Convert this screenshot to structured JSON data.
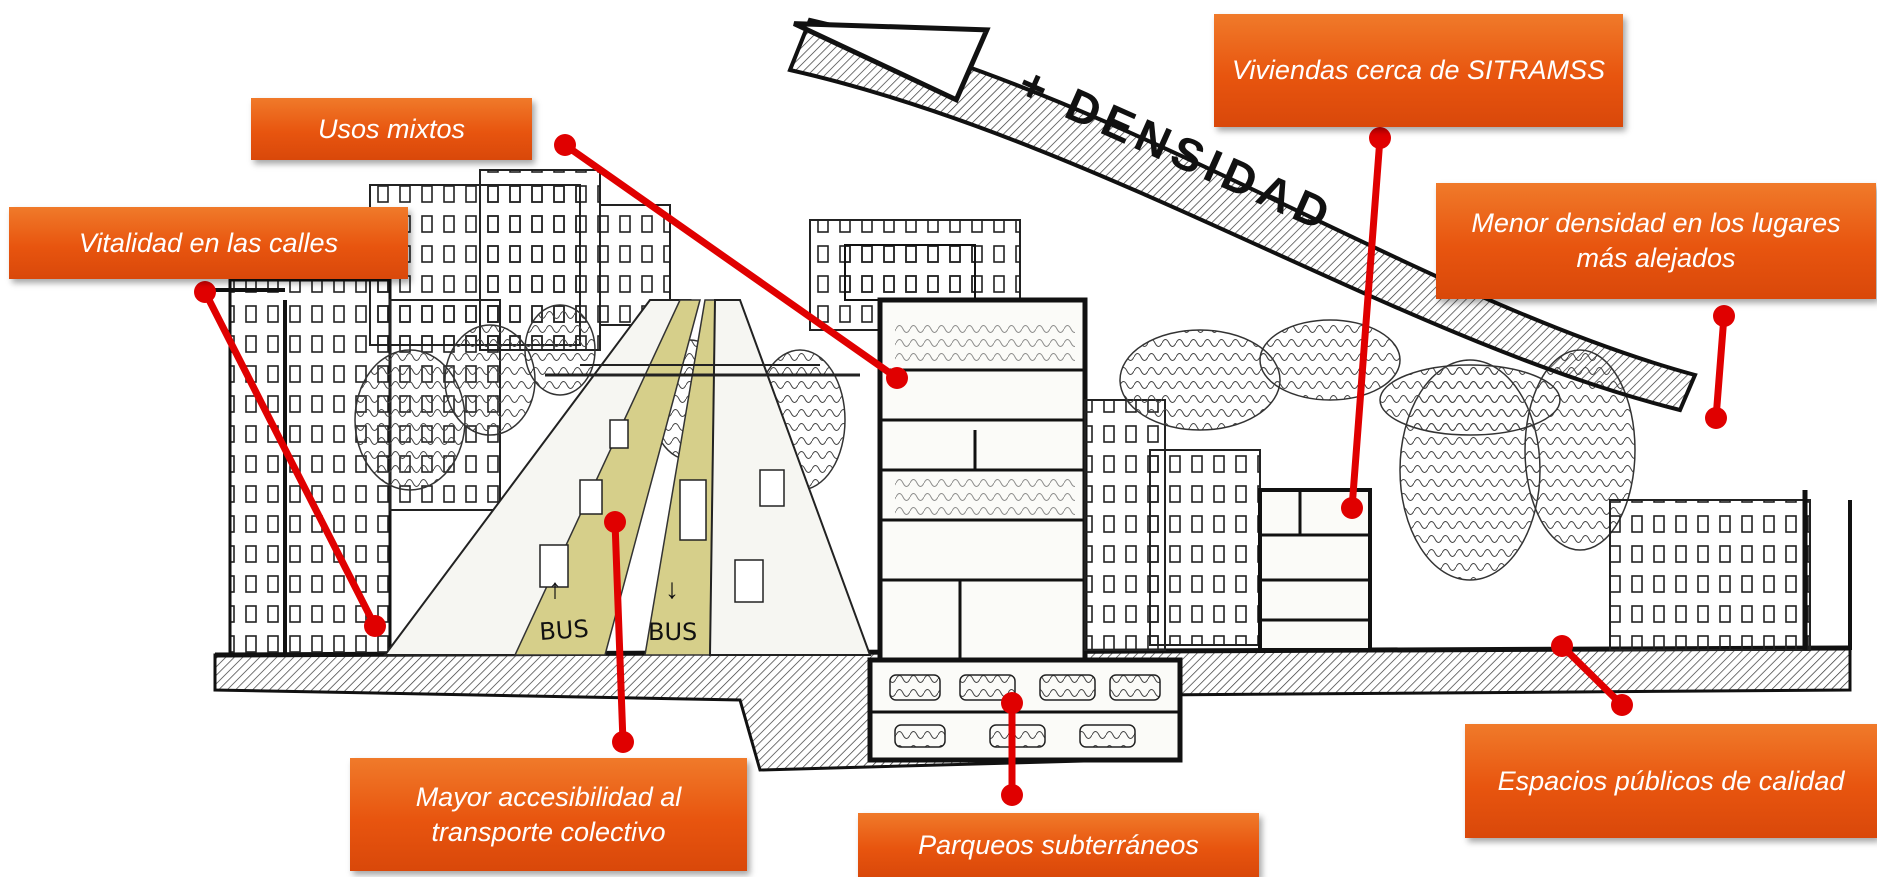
{
  "arrow_text": "+ DENSIDAD",
  "bus_up": "BUS",
  "bus_down": "BUS",
  "labels": {
    "usos_mixtos": "Usos mixtos",
    "vitalidad": "Vitalidad en las calles",
    "viviendas": "Viviendas cerca de SITRAMSS",
    "menor_densidad": "Menor densidad  en los lugares más alejados",
    "accesibilidad": "Mayor accesibilidad al transporte  colectivo",
    "parqueos": "Parqueos subterráneos",
    "espacios": "Espacios públicos de calidad"
  },
  "colors": {
    "label_bg": "#e8550f",
    "pointer": "#e00000",
    "bus_lane": "#d6cf8a",
    "ink": "#111111"
  }
}
